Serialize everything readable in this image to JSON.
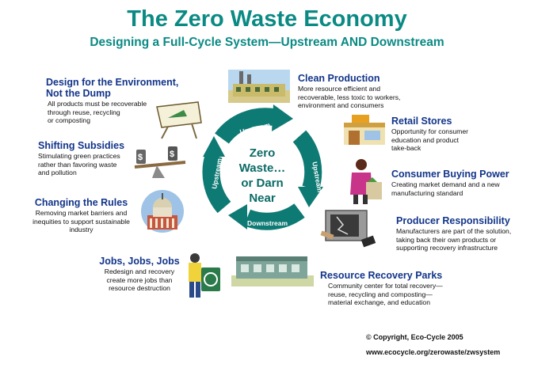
{
  "title": "The Zero Waste Economy",
  "subtitle": "Designing a Full-Cycle System—Upstream AND Downstream",
  "center": {
    "line1": "Zero",
    "line2": "Waste…",
    "line3": "or Darn",
    "line4": "Near"
  },
  "cycle_labels": {
    "top": "Upstream",
    "right": "Upstream",
    "left": "Upstream",
    "bottom": "Downstream"
  },
  "items": {
    "design": {
      "heading_l1": "Design for the Environment,",
      "heading_l2": "Not the Dump",
      "d1": "All products must be recoverable",
      "d2": "through reuse, recycling",
      "d3": "or composting"
    },
    "subsidies": {
      "heading": "Shifting Subsidies",
      "d1": "Stimulating green practices",
      "d2": "rather than favoring waste",
      "d3": "and pollution"
    },
    "rules": {
      "heading": "Changing the Rules",
      "d1": "Removing market barriers and",
      "d2": "inequities to support sustainable",
      "d3": "industry"
    },
    "jobs": {
      "heading": "Jobs, Jobs, Jobs",
      "d1": "Redesign and recovery",
      "d2": "create more jobs than",
      "d3": "resource destruction"
    },
    "clean": {
      "heading": "Clean Production",
      "d1": "More resource efficient and",
      "d2": "recoverable, less toxic to workers,",
      "d3": "environment and consumers"
    },
    "retail": {
      "heading": "Retail Stores",
      "d1": "Opportunity for consumer",
      "d2": "education and product",
      "d3": "take-back"
    },
    "consumer": {
      "heading": "Consumer Buying Power",
      "d1": "Creating market demand and a new",
      "d2": "manufacturing standard"
    },
    "producer": {
      "heading": "Producer Responsibility",
      "d1": "Manufacturers are part of the solution,",
      "d2": "taking back their own products or",
      "d3": "supporting recovery infrastructure"
    },
    "recovery": {
      "heading": "Resource Recovery Parks",
      "d1": "Community center for total recovery—",
      "d2": "reuse, recycling and composting—",
      "d3": "material exchange, and education"
    }
  },
  "copyright": "© Copyright, Eco-Cycle 2005",
  "url": "www.ecocycle.org/zerowaste/zwsystem",
  "colors": {
    "teal": "#0b8a84",
    "heading_blue": "#12358a",
    "arrow": "#0e7a74"
  }
}
